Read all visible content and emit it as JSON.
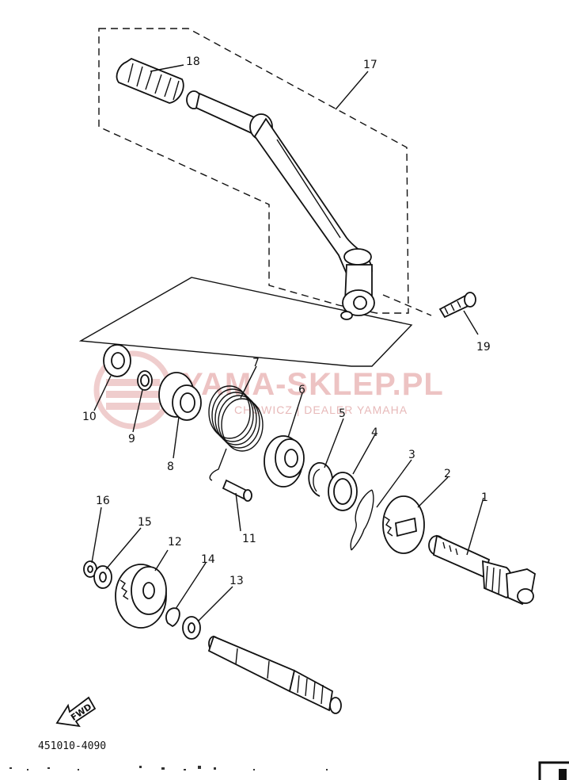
{
  "watermark": {
    "title": "YAMA-SKLEP.PL",
    "subtitle": "CHOWICZ | DEALER YAMAHA"
  },
  "callouts": [
    "1",
    "2",
    "3",
    "4",
    "5",
    "6",
    "7",
    "8",
    "9",
    "10",
    "11",
    "12",
    "13",
    "14",
    "15",
    "16",
    "17",
    "18",
    "19"
  ],
  "fwd_label": "FWD",
  "diagram_code": "451010-4090",
  "colors": {
    "ink": "#111111",
    "watermark": "#e7b0b0",
    "background": "#ffffff"
  }
}
